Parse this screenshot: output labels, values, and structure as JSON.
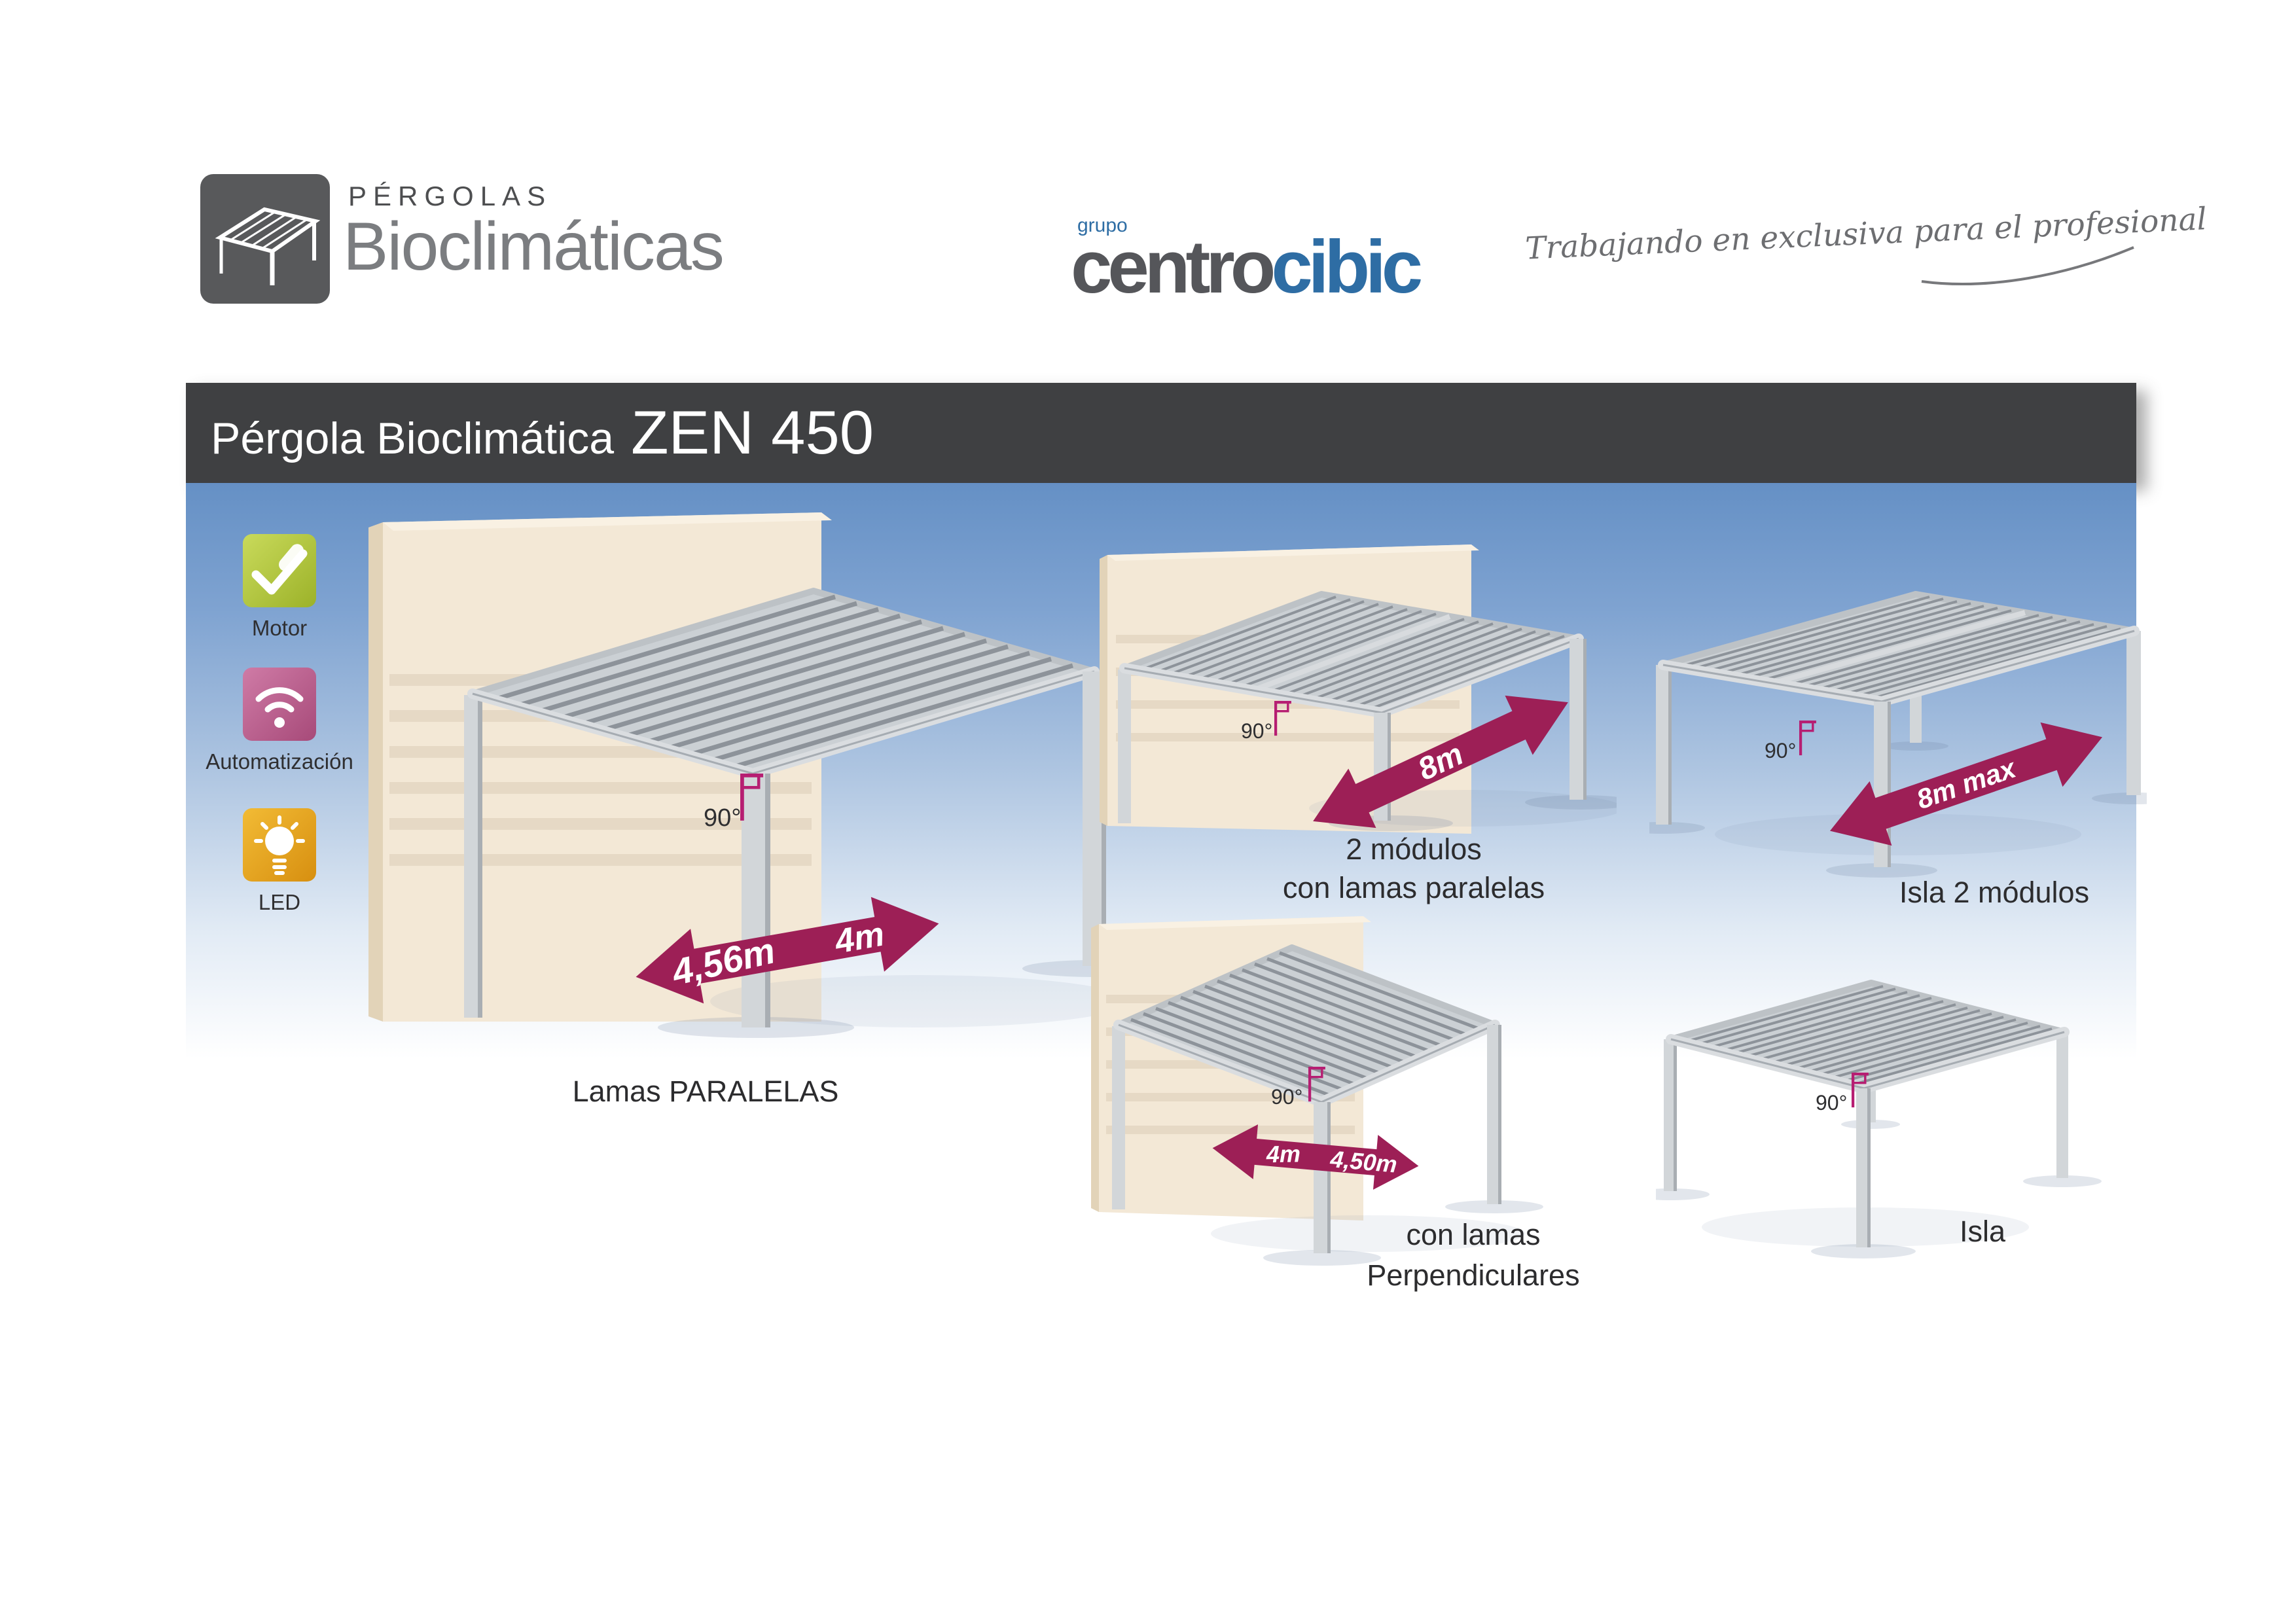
{
  "brand": {
    "word1": "PÉRGOLAS",
    "word2": "Bioclimáticas"
  },
  "distributor": {
    "grupo": "grupo",
    "name_gray": "centro",
    "name_blue": "cibic",
    "tagline": "Trabajando en exclusiva para el profesional"
  },
  "title": {
    "prefix": "Pérgola Bioclimática",
    "model": "ZEN 450"
  },
  "features": [
    {
      "label": "Motor"
    },
    {
      "label": "Automatización"
    },
    {
      "label": "LED"
    }
  ],
  "diagrams": {
    "main": {
      "caption": "Lamas PARALELAS",
      "angle": "90°",
      "dim_depth": "4,56m",
      "dim_width": "4m"
    },
    "two_modules": {
      "caption_line1": "2 módulos",
      "caption_line2": "con lamas paralelas",
      "angle": "90°",
      "dim": "8m"
    },
    "isla_two": {
      "caption": "Isla 2 módulos",
      "angle": "90°",
      "dim": "8m max"
    },
    "perpendicular": {
      "caption_line1": "con lamas",
      "caption_line2": "Perpendiculares",
      "angle": "90°",
      "dim_width": "4m",
      "dim_depth": "4,50m"
    },
    "isla": {
      "caption": "Isla",
      "angle": "90°"
    }
  },
  "colors": {
    "accent_magenta": "#9d1f56",
    "panel_blue": "#6590c5",
    "titlebar_gray": "#3f4042",
    "brand_gray": "#58595b",
    "logo_blue": "#2e6da4",
    "feature_green": "#a9c437",
    "feature_pink": "#bf5e8e",
    "feature_orange": "#e5a01d",
    "wall_beige": "#f3e8d6"
  }
}
